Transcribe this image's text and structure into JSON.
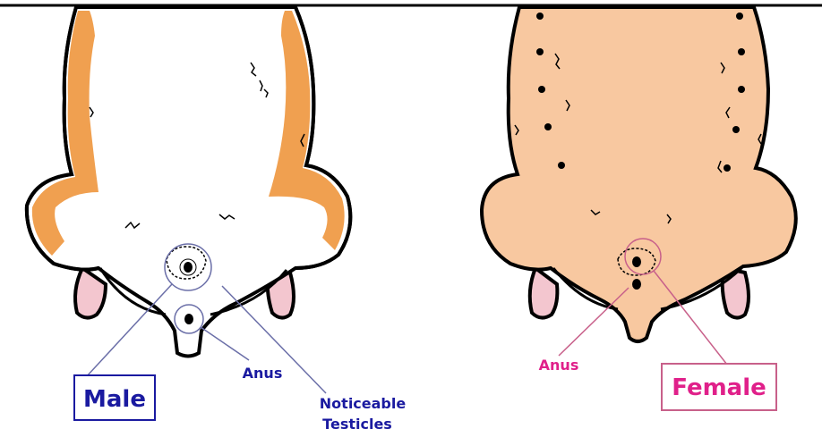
{
  "male": {
    "title": "Male",
    "anus_label": "Anus",
    "testicles_label_line1": "Noticeable",
    "testicles_label_line2": "Testicles"
  },
  "female": {
    "title": "Female",
    "anus_label": "Anus"
  },
  "colors": {
    "outline": "#000000",
    "orange_fur": "#f0a050",
    "white_fur": "#ffffff",
    "female_fur": "#f8c8a0",
    "feet": "#f3c6cf",
    "male_label": "#1a1aa0",
    "female_label": "#e0208a"
  }
}
